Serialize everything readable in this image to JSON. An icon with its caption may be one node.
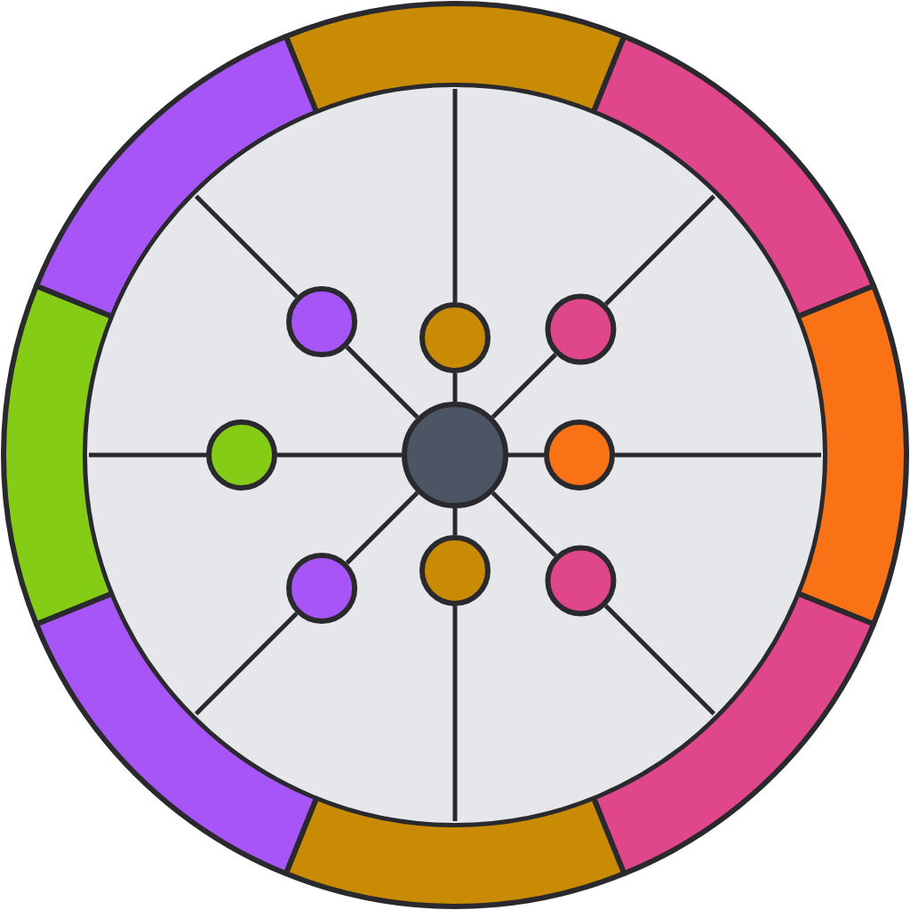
{
  "diagram": {
    "nodes": [
      {
        "text": [],
        "shape": "circle"
      },
      {
        "text": [],
        "shape": "circle"
      },
      {
        "text": [],
        "shape": "circle"
      },
      {
        "text": [],
        "shape": "circle"
      },
      {
        "text": [],
        "shape": "circle"
      },
      {
        "text": [],
        "shape": "circle"
      },
      {
        "text": [],
        "shape": "circle"
      },
      {
        "text": [],
        "shape": "circle"
      },
      {
        "text": [],
        "shape": "circle"
      }
    ],
    "edges": [
      {
        "from": 4,
        "to": 0,
        "arrow": "none"
      },
      {
        "from": 4,
        "to": 1,
        "arrow": "none"
      },
      {
        "from": 4,
        "to": 2,
        "arrow": "none"
      },
      {
        "from": 4,
        "to": 3,
        "arrow": "none"
      },
      {
        "from": 4,
        "to": 5,
        "arrow": "none"
      },
      {
        "from": 4,
        "to": 6,
        "arrow": "none"
      },
      {
        "from": 4,
        "to": 7,
        "arrow": "none"
      },
      {
        "from": 4,
        "to": 8,
        "arrow": "none"
      },
      {
        "from": 0,
        "to": null,
        "arrow": "none"
      },
      {
        "from": 1,
        "to": null,
        "arrow": "none"
      },
      {
        "from": 2,
        "to": null,
        "arrow": "none"
      },
      {
        "from": 3,
        "to": null,
        "arrow": "none"
      },
      {
        "from": 5,
        "to": null,
        "arrow": "none"
      },
      {
        "from": 6,
        "to": null,
        "arrow": "none"
      },
      {
        "from": 7,
        "to": null,
        "arrow": "none"
      },
      {
        "from": 8,
        "to": null,
        "arrow": "none"
      }
    ]
  }
}
